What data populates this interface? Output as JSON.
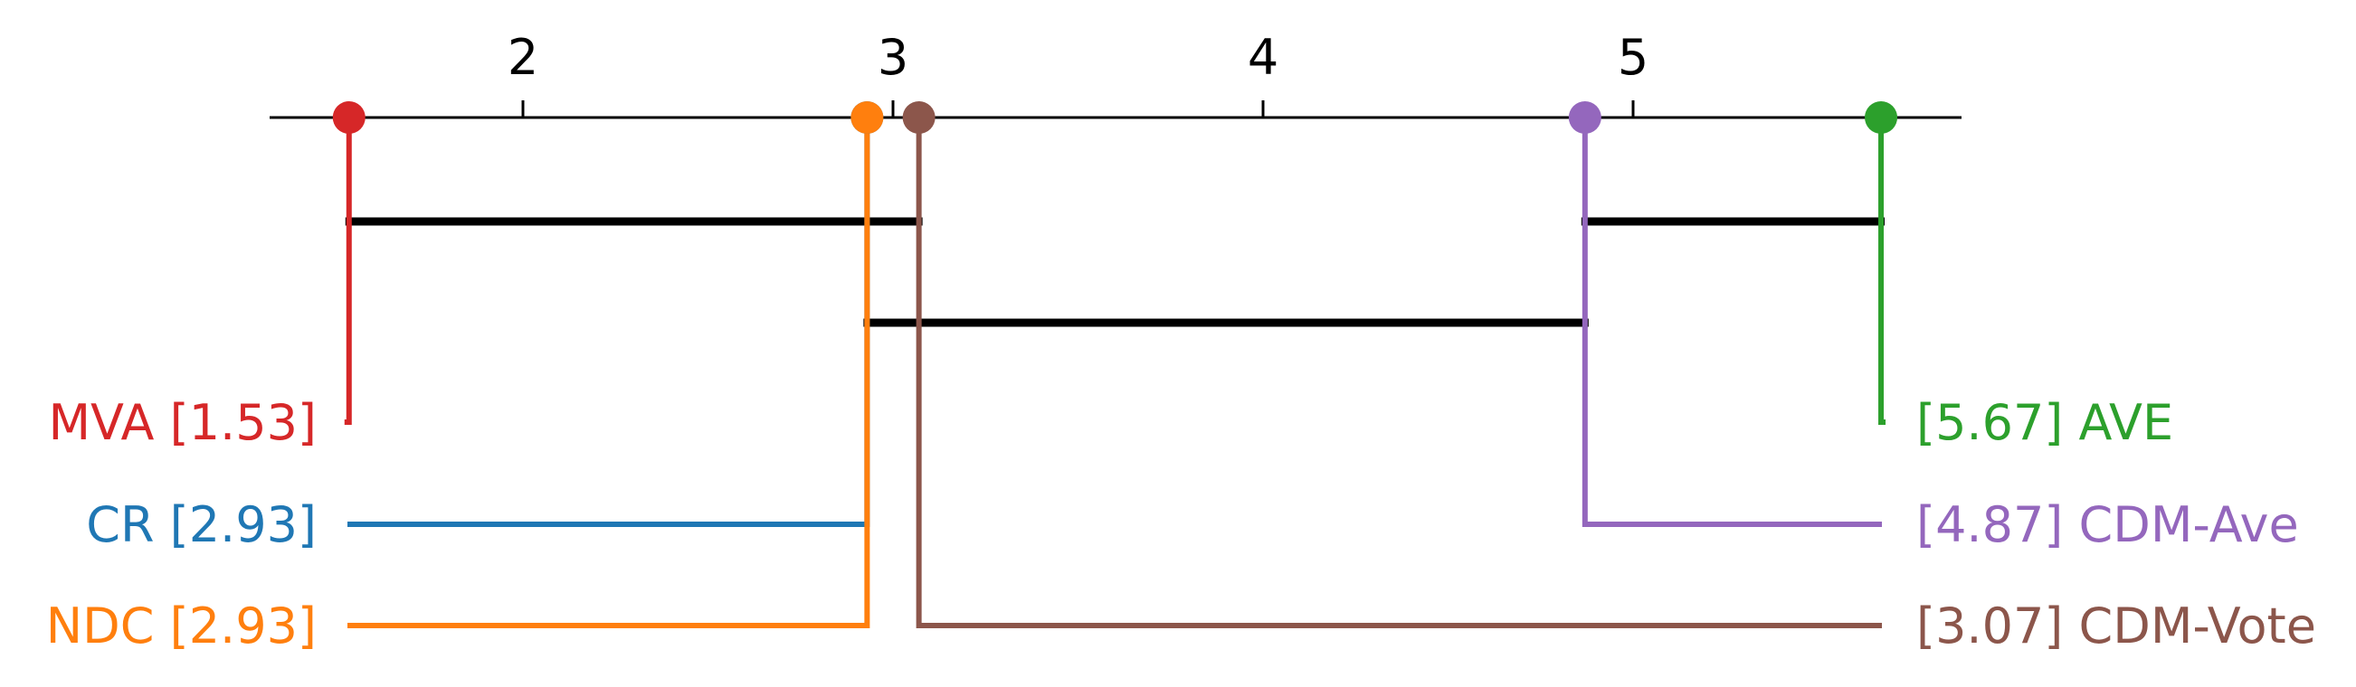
{
  "chart_data": {
    "type": "critical-difference-diagram",
    "axis": {
      "range": [
        1.3,
        5.88
      ],
      "ticks": [
        2,
        3,
        4,
        5
      ]
    },
    "methods": [
      {
        "name": "MVA",
        "rank": 1.53,
        "rank_label": "1.53",
        "side": "left",
        "row": 0,
        "color": "#d62728"
      },
      {
        "name": "CR",
        "rank": 2.93,
        "rank_label": "2.93",
        "side": "left",
        "row": 1,
        "color": "#1f77b4"
      },
      {
        "name": "NDC",
        "rank": 2.93,
        "rank_label": "2.93",
        "side": "left",
        "row": 2,
        "color": "#ff7f0e"
      },
      {
        "name": "CDM-Vote",
        "rank": 3.07,
        "rank_label": "3.07",
        "side": "right",
        "row": 2,
        "color": "#8c564b"
      },
      {
        "name": "CDM-Ave",
        "rank": 4.87,
        "rank_label": "4.87",
        "side": "right",
        "row": 1,
        "color": "#9467bd"
      },
      {
        "name": "AVE",
        "rank": 5.67,
        "rank_label": "5.67",
        "side": "right",
        "row": 0,
        "color": "#2ca02c"
      }
    ],
    "cliques": [
      {
        "from": 1.53,
        "to": 3.07
      },
      {
        "from": 4.87,
        "to": 5.67
      },
      {
        "from": 2.93,
        "to": 4.87
      }
    ]
  }
}
